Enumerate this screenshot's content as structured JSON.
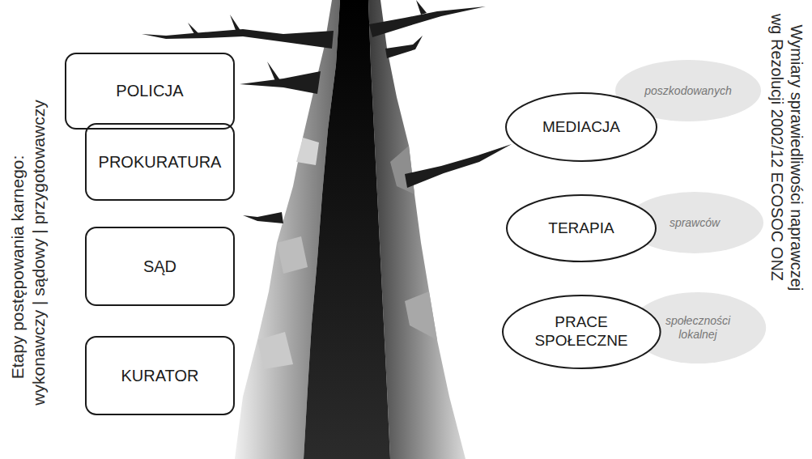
{
  "diagram": {
    "nodes": [
      {
        "text": [
          "POLICJA"
        ]
      },
      {
        "text": [
          "PROKURATURA"
        ]
      },
      {
        "text": [
          "SĄD"
        ]
      },
      {
        "text": [
          "KURATOR"
        ]
      },
      {
        "text": [
          "poszkodowanych"
        ]
      },
      {
        "text": [
          "MEDIACJA"
        ]
      },
      {
        "text": [
          "sprawców"
        ]
      },
      {
        "text": [
          "TERAPIA"
        ]
      },
      {
        "text": [
          "społeczności lokalnej"
        ]
      },
      {
        "text": [
          "PRACE SPOŁECZNE"
        ]
      }
    ],
    "labels": [
      "Etapy postępowania karnego:",
      "wykonawczy | sądowy | przygotowawczy",
      "Wymiary sprawiedliwości naprawczej",
      "wg Rezolucji 2002/12 ECOSOC ONZ"
    ]
  }
}
